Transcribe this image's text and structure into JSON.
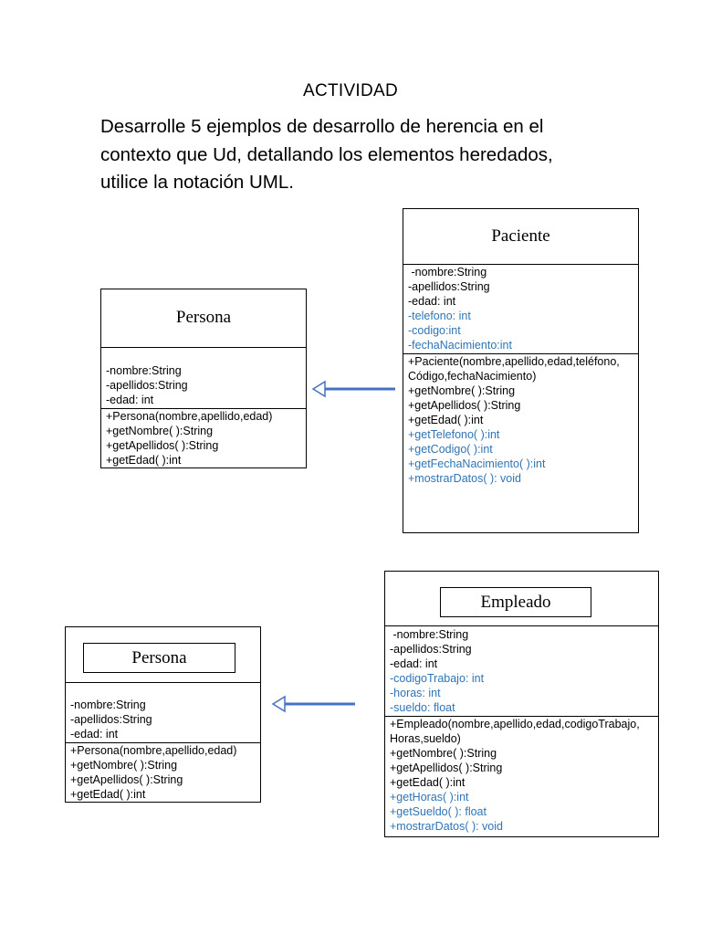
{
  "document": {
    "title": "ACTIVIDAD",
    "instructions": [
      "Desarrolle 5 ejemplos de desarrollo de herencia en el",
      "contexto que Ud, detallando los elementos heredados,",
      "utilice la notación UML."
    ]
  },
  "colors": {
    "inherited_member_text": "#2e74b5",
    "arrow": "#4472c4"
  },
  "diagram1": {
    "parent": {
      "name": "Persona",
      "attributes": [
        "-nombre:String",
        "-apellidos:String",
        "-edad: int"
      ],
      "methods": [
        "+Persona(nombre,apellido,edad)",
        "+getNombre( ):String",
        "+getApellidos( ):String",
        "+getEdad( ):int"
      ]
    },
    "child": {
      "name": "Paciente",
      "attributes": [
        " -nombre:String",
        "-apellidos:String",
        "-edad: int",
        "-telefono: int",
        "-codigo:int",
        "-fechaNacimiento:int"
      ],
      "methods": [
        "+Paciente(nombre,apellido,edad,teléfono,",
        "Código,fechaNacimiento)",
        "+getNombre( ):String",
        "+getApellidos( ):String",
        "+getEdad( ):int",
        "+getTelefono( ):int",
        "+getCodigo( ):int",
        "+getFechaNacimiento( ):int",
        "+mostrarDatos( ): void"
      ]
    }
  },
  "diagram2": {
    "parent": {
      "name": "Persona",
      "attributes": [
        "-nombre:String",
        "-apellidos:String",
        "-edad: int"
      ],
      "methods": [
        "+Persona(nombre,apellido,edad)",
        "+getNombre( ):String",
        "+getApellidos( ):String",
        "+getEdad( ):int"
      ]
    },
    "child": {
      "name": "Empleado",
      "attributes": [
        " -nombre:String",
        "-apellidos:String",
        "-edad: int",
        "-codigoTrabajo: int",
        "-horas: int",
        "-sueldo: float"
      ],
      "methods": [
        "+Empleado(nombre,apellido,edad,codigoTrabajo,",
        "Horas,sueldo)",
        "+getNombre( ):String",
        "+getApellidos( ):String",
        "+getEdad( ):int",
        "+getHoras( ):int",
        "+getSueldo( ): float",
        "+mostrarDatos( ): void"
      ]
    }
  }
}
